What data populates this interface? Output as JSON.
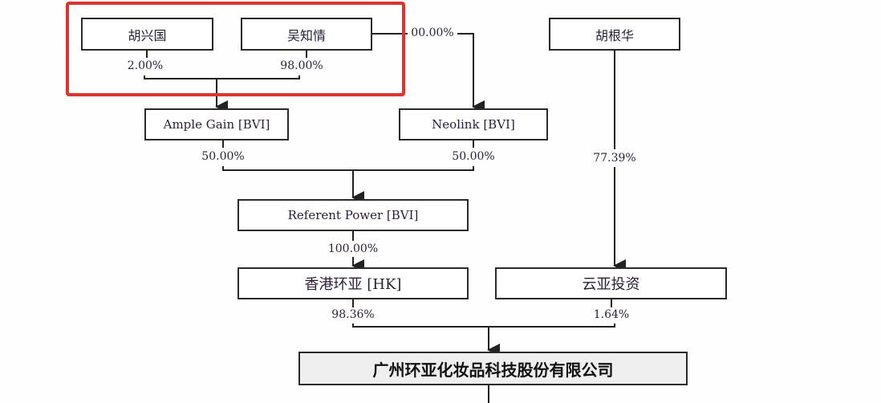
{
  "nodes": {
    "hu_xingguo": "胡兴国",
    "wu_zhiqing": "吴知情",
    "hu_genhua": "胡根华",
    "ample_gain": "Ample Gain [BVI]",
    "neolink": "Neolink [BVI]",
    "referent_power": "Referent Power [BVI]",
    "hk_huanya": "香港环亚 [HK]",
    "yunya": "云亚投资",
    "company": "广州环亚化妆品科技股份有限公司"
  },
  "percentages": {
    "hu_xingguo_to_ample": "2.00%",
    "wu_to_ample": "98.00%",
    "wu_to_neolink": "00.00%",
    "ample_to_referent": "50.00%",
    "neolink_to_referent": "50.00%",
    "hu_genhua_to_yunya": "77.39%",
    "referent_to_hk": "100.00%",
    "hk_to_company": "98.36%",
    "yunya_to_company": "1.64%"
  },
  "colors": {
    "highlight": "#e8302a"
  }
}
